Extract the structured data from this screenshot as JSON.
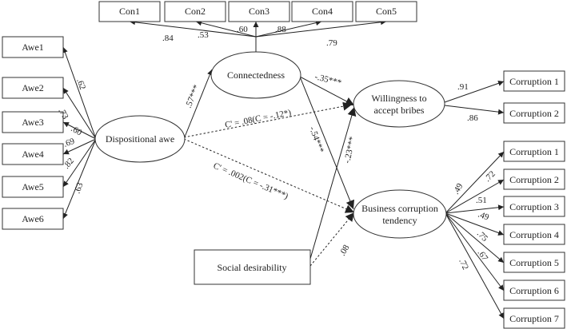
{
  "nodes": {
    "con1": "Con1",
    "con2": "Con2",
    "con3": "Con3",
    "con4": "Con4",
    "con5": "Con5",
    "awe1": "Awe1",
    "awe2": "Awe2",
    "awe3": "Awe3",
    "awe4": "Awe4",
    "awe5": "Awe5",
    "awe6": "Awe6",
    "dispositional_awe": "Dispositional awe",
    "connectedness": "Connectedness",
    "willingness_line1": "Willingness to",
    "willingness_line2": "accept bribes",
    "business_line1": "Business corruption",
    "business_line2": "tendency",
    "social_desirability": "Social desirability",
    "wc1": "Corruption 1",
    "wc2": "Corruption 2",
    "bc1": "Corruption 1",
    "bc2": "Corruption 2",
    "bc3": "Corruption 3",
    "bc4": "Corruption 4",
    "bc5": "Corruption 5",
    "bc6": "Corruption 6",
    "bc7": "Corruption 7"
  },
  "coefficients": {
    "con1": ".84",
    "con2": ".53",
    "con3": ".60",
    "con4": ".88",
    "con5": ".79",
    "awe1": ".62",
    "awe2": ".73",
    "awe3": ".60",
    "awe4": ".69",
    "awe5": ".82",
    "awe6": ".63",
    "awe_to_connectedness": ".57***",
    "awe_to_willingness": "C' = .08(C = -.12*)",
    "awe_to_business": "C' = .002(C = -.31***)",
    "connectedness_to_willingness": "-.35***",
    "connectedness_to_business": "-.54***",
    "social_to_willingness": "-.23***",
    "social_to_business": ".08",
    "wc1": ".91",
    "wc2": ".86",
    "bc1": ".49",
    "bc2": ".72",
    "bc3": ".51",
    "bc4": ".49",
    "bc5": ".75",
    "bc6": ".67",
    "bc7": ".72"
  }
}
